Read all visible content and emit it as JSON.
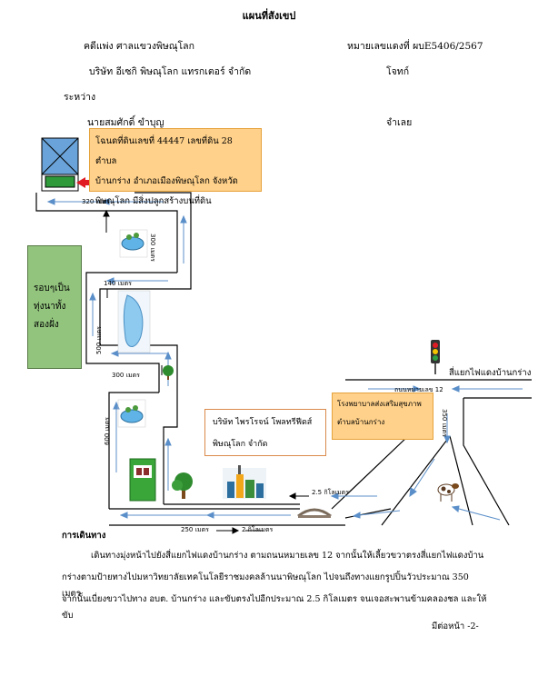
{
  "header": {
    "title": "แผนที่สังเขป",
    "court": "คดีแพ่ง  ศาลแขวงพิษณุโลก",
    "case_no": "หมายเลขแดงที่ ผบE5406/2567",
    "plaintiff": "บริษัท อีเซกิ พิษณุโลก แทรกเตอร์  จำกัด",
    "plaintiff_role": "โจทก์",
    "between": "ระหว่าง",
    "defendant": "นายสมศักดิ์   ขำบุญ",
    "defendant_role": "จำเลย"
  },
  "map": {
    "land_callout": [
      "โฉนดที่ดินเลขที่ 44447 เลขที่ดิน 28 ตำบล",
      "บ้านกร่าง อำเภอเมืองพิษณุโลก จังหวัด",
      "พิษณุโลก มีสิ่งปลูกสร้างบนที่ดิน"
    ],
    "surrounding": [
      "รอบๆเป็น",
      "ทุ่งนาทั้ง",
      "สองฝั่ง"
    ],
    "hospital_callout": [
      "โรงพยาบาลส่งเสริมสุขภาพ",
      "ตำบลบ้านกร่าง"
    ],
    "company_box": [
      "บริษัท ไพรโรจน์ โพลทรีฟีดส์",
      "พิษณุโลก จำกัด"
    ],
    "intersection": "สี่แยกไฟแดงบ้านกร่าง",
    "highway": "ถนนหมายเลข 12",
    "distances": {
      "d320": "320 เมตร",
      "d300v": "300 เมตร",
      "d140": "140 เมตร",
      "d500v": "500 เมตร",
      "d300": "300 เมตร",
      "d600v": "600 เมตร",
      "d350v": "350 เมตร",
      "d25km": "2.5 กิโลเมตร",
      "d250": "250 เมตร",
      "d2km": "2 กิโลเมตร"
    },
    "icons": [
      "house-icon",
      "pond-icon",
      "canal-icon",
      "tree-icon",
      "shop-icon",
      "factory-icon",
      "bridge-icon",
      "traffic-light-icon",
      "cow-icon",
      "red-arrow-icon"
    ]
  },
  "directions": {
    "heading": "การเดินทาง",
    "lines": [
      "เดินทางมุ่งหน้าไปยังสี่แยกไฟแดงบ้านกร่าง ตามถนนหมายเลข 12  จากนั้นให้เลี้ยวขวาตรงสี่แยกไฟแดงบ้าน",
      "กร่างตามป้ายทางไปมหาวิทยาลัยเทคโนโลยีราชมงคลล้านนาพิษณุโลก ไปจนถึงทางแยกรูปปิ้นวัวประมาณ  350 เมตร",
      "จากนั้นเบี่ยงขวาไปทาง อบต. บ้านกร่าง และขับตรงไปอีกประมาณ 2.5 กิโลเมตร จนเจอสะพานข้ามคลองชล และให้ขับ"
    ],
    "continued": "มีต่อหน้า -2-"
  }
}
